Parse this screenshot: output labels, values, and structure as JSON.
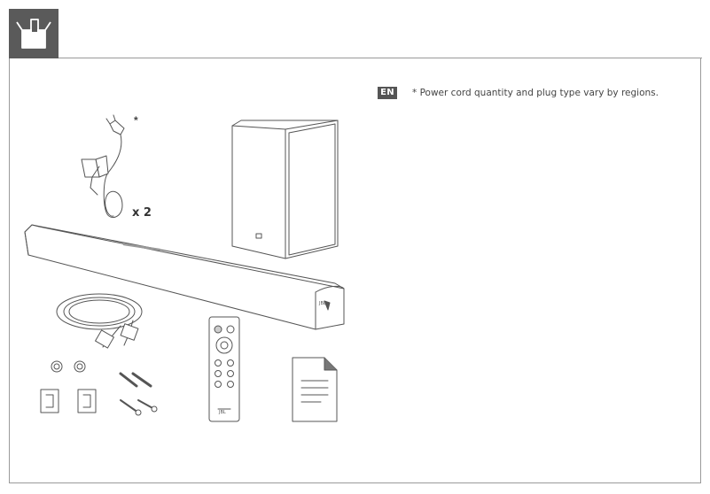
{
  "header": {
    "icon": "unboxing-icon"
  },
  "note": {
    "lang_badge": "EN",
    "text": "* Power cord quantity and plug type vary by regions."
  },
  "items": {
    "power_cord": {
      "asterisk": "*",
      "quantity": "x 2"
    },
    "soundbar_logo": "JBL",
    "remote_logo": "JBL"
  },
  "colors": {
    "header_bg": "#5a5a5a",
    "line": "#555555",
    "badge_bg": "#555555"
  }
}
